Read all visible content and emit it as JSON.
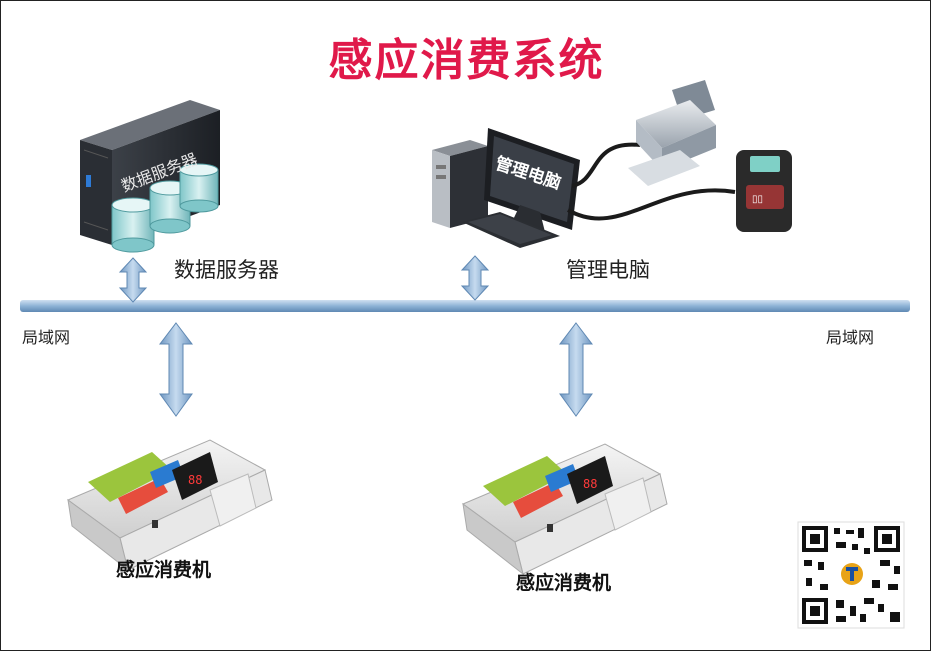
{
  "title": "感应消费系统",
  "nodes": {
    "server": {
      "label": "数据服务器",
      "tower_text": "数据服务器"
    },
    "admin_pc": {
      "label": "管理电脑",
      "screen_text": "管理电脑"
    },
    "terminal_left": {
      "label": "感应消费机"
    },
    "terminal_right": {
      "label": "感应消费机"
    }
  },
  "network": {
    "left_label": "局域网",
    "right_label": "局域网"
  },
  "colors": {
    "title": "#e0194a",
    "bus": "#7fa7cf",
    "arrow": "#8eb3d8"
  }
}
